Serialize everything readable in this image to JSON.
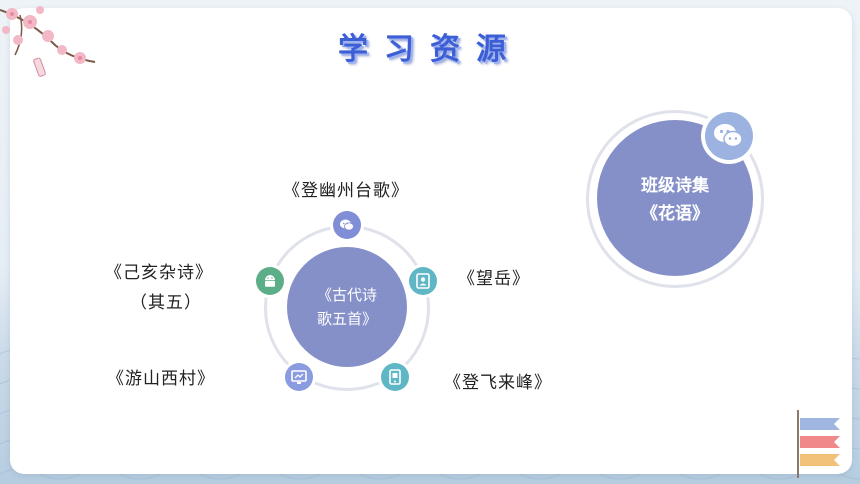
{
  "title": "学习资源",
  "center": {
    "line1": "《古代诗",
    "line2": "歌五首》"
  },
  "poems": [
    {
      "title": "《登幽州台歌》",
      "icon": "wechat-icon"
    },
    {
      "title": "《望岳》",
      "icon": "contact-card-icon"
    },
    {
      "title": "《登飞来峰》",
      "icon": "device-icon"
    },
    {
      "title": "《游山西村》",
      "icon": "monitor-icon"
    },
    {
      "title": "《己亥杂诗》",
      "subtitle": "（其五）",
      "icon": "android-icon"
    }
  ],
  "collection": {
    "line1": "班级诗集",
    "line2": "《花语》",
    "icon": "wechat-icon"
  },
  "colors": {
    "core": "#8590c9",
    "title": "#3d5fd6",
    "dot_blue": "#7f8ed6",
    "dot_teal": "#5fb6c4",
    "dot_green": "#5cae88",
    "dot_periwinkle": "#8a9be0"
  }
}
